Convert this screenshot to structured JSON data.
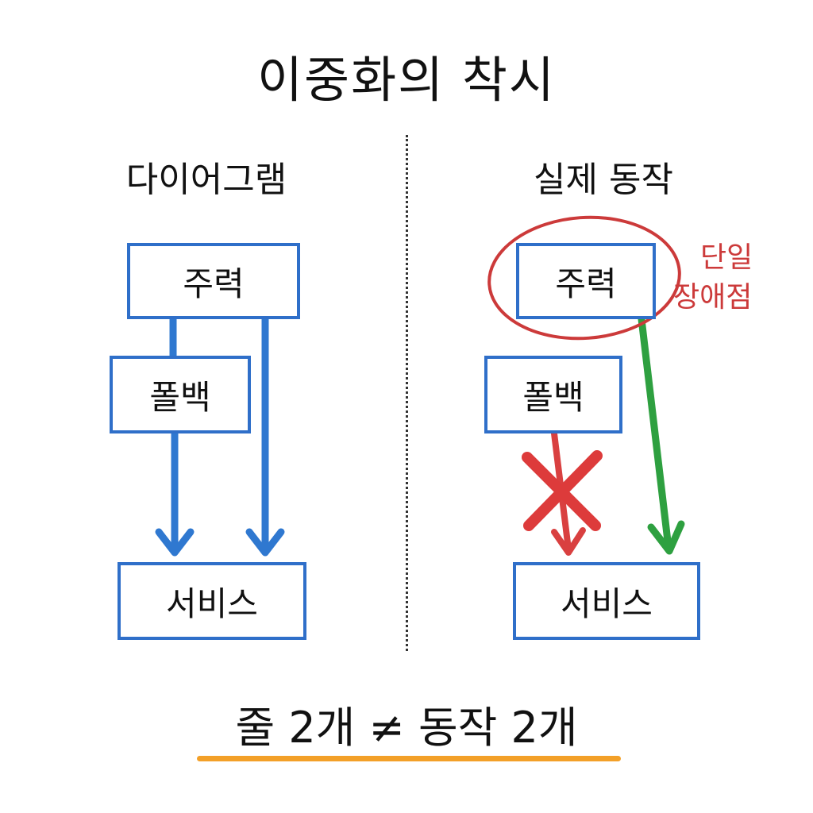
{
  "title": "이중화의 착시",
  "columns": {
    "left": {
      "heading": "다이어그램"
    },
    "right": {
      "heading": "실제 동작"
    }
  },
  "nodes": {
    "primary": "주력",
    "fallback": "폴백",
    "service": "서비스"
  },
  "annotation": {
    "line1": "단일",
    "line2": "장애점"
  },
  "footer": "줄 2개 ≠ 동작 2개",
  "colors": {
    "box_border": "#2f6fc9",
    "diagram_arrow": "#2f78d0",
    "working_arrow": "#2ea040",
    "broken_arrow": "#d94040",
    "cross": "#dd3b3b",
    "highlight_circle": "#cc3a3a",
    "underline": "#f3a028"
  },
  "icons": {
    "cross": "x-mark-icon",
    "circle": "highlight-circle"
  }
}
